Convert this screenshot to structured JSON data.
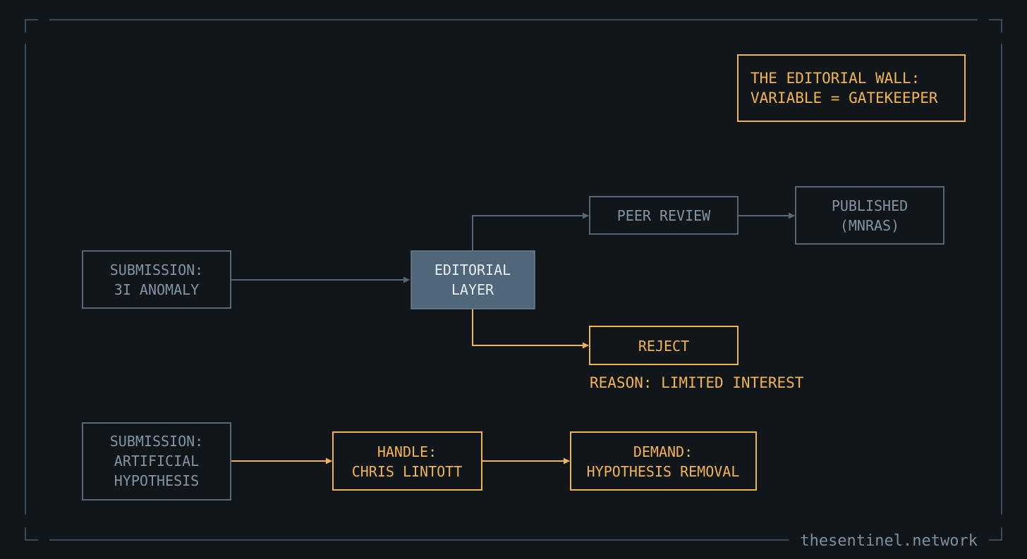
{
  "title": {
    "line1": "THE EDITORIAL WALL:",
    "line2": "VARIABLE = GATEKEEPER"
  },
  "nodes": {
    "submission_3i": {
      "line1": "SUBMISSION:",
      "line2": "3I ANOMALY"
    },
    "editorial_layer": {
      "line1": "EDITORIAL",
      "line2": "LAYER"
    },
    "peer_review": {
      "line1": "PEER REVIEW"
    },
    "published": {
      "line1": "PUBLISHED",
      "line2": "(MNRAS)"
    },
    "reject": {
      "line1": "REJECT"
    },
    "submission_artificial": {
      "line1": "SUBMISSION:",
      "line2": "ARTIFICIAL",
      "line3": "HYPOTHESIS"
    },
    "handle": {
      "line1": "HANDLE:",
      "line2": "CHRIS LINTOTT"
    },
    "demand": {
      "line1": "DEMAND:",
      "line2": "HYPOTHESIS REMOVAL"
    }
  },
  "reject_reason": "REASON: LIMITED INTEREST",
  "watermark": "thesentinel.network",
  "colors": {
    "background": "#11161b",
    "gray_path": "#54687a",
    "gray_text": "#8294a4",
    "orange_path": "#f2b352",
    "editorial_fill": "#4f6779"
  }
}
